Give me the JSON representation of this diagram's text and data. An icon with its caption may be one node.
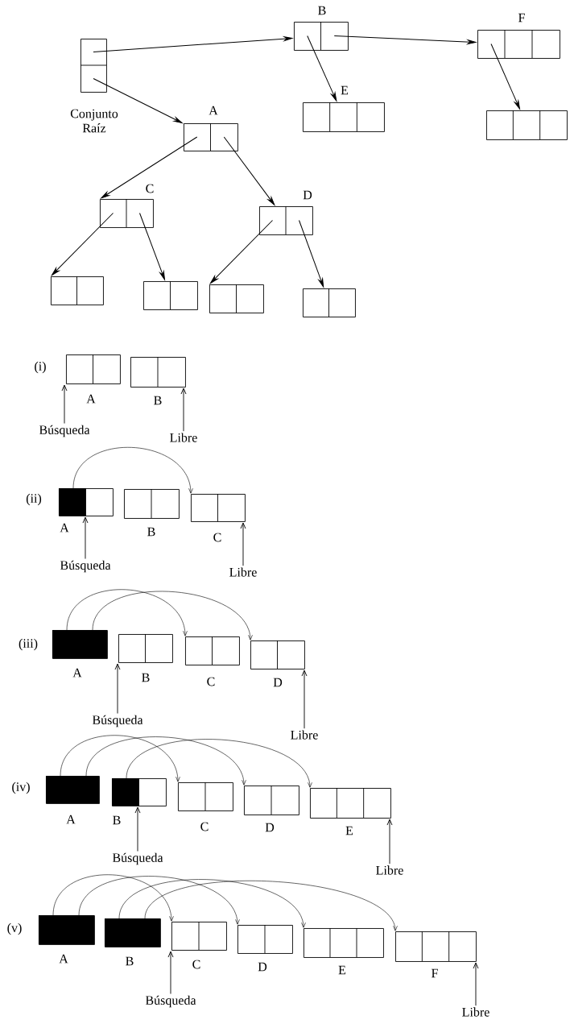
{
  "diagram": {
    "nodes": [
      {
        "text": [
          "Conjunto Raíz"
        ]
      },
      {
        "text": [
          "B"
        ]
      },
      {
        "text": [
          "F"
        ]
      },
      {
        "text": [
          "A"
        ]
      },
      {
        "text": [
          "E"
        ]
      },
      {
        "text": [],
        "shape": "box"
      },
      {
        "text": [
          "C"
        ]
      },
      {
        "text": [
          "D"
        ]
      },
      {
        "text": [],
        "shape": "box"
      },
      {
        "text": [],
        "shape": "box"
      },
      {
        "text": [],
        "shape": "box"
      },
      {
        "text": [],
        "shape": "box"
      },
      {
        "text": [
          "A"
        ]
      },
      {
        "text": [
          "B"
        ]
      },
      {
        "text": [
          "Búsqueda"
        ]
      },
      {
        "text": [
          "Libre"
        ]
      },
      {
        "text": [
          "A"
        ]
      },
      {
        "text": [
          "B"
        ]
      },
      {
        "text": [
          "C"
        ]
      },
      {
        "text": [
          "Búsqueda"
        ]
      },
      {
        "text": [
          "Libre"
        ]
      },
      {
        "text": [
          "A"
        ]
      },
      {
        "text": [
          "B"
        ]
      },
      {
        "text": [
          "C"
        ]
      },
      {
        "text": [
          "D"
        ]
      },
      {
        "text": [
          "Búsqueda"
        ]
      },
      {
        "text": [
          "Libre"
        ]
      },
      {
        "text": [
          "A"
        ]
      },
      {
        "text": [
          "B"
        ]
      },
      {
        "text": [
          "C"
        ]
      },
      {
        "text": [
          "D"
        ]
      },
      {
        "text": [
          "E"
        ]
      },
      {
        "text": [
          "Búsqueda"
        ]
      },
      {
        "text": [
          "Libre"
        ]
      },
      {
        "text": [
          "A"
        ]
      },
      {
        "text": [
          "B"
        ]
      },
      {
        "text": [
          "C"
        ]
      },
      {
        "text": [
          "D"
        ]
      },
      {
        "text": [
          "E"
        ]
      },
      {
        "text": [
          "F"
        ]
      },
      {
        "text": [
          "Búsqueda"
        ]
      },
      {
        "text": [
          "Libre"
        ]
      }
    ],
    "edges": [
      {
        "from": 0,
        "to": 1,
        "arrow": "to"
      },
      {
        "from": 0,
        "to": 3,
        "arrow": "to"
      },
      {
        "from": 1,
        "to": 4,
        "arrow": "to"
      },
      {
        "from": 1,
        "to": 2,
        "arrow": "to"
      },
      {
        "from": 2,
        "to": 5,
        "arrow": "to"
      },
      {
        "from": 3,
        "to": 6,
        "arrow": "to"
      },
      {
        "from": 3,
        "to": 7,
        "arrow": "to"
      },
      {
        "from": 6,
        "to": 8,
        "arrow": "to"
      },
      {
        "from": 6,
        "to": 9,
        "arrow": "to"
      },
      {
        "from": 7,
        "to": 10,
        "arrow": "to"
      },
      {
        "from": 7,
        "to": 11,
        "arrow": "to"
      },
      {
        "from": 14,
        "to": 12,
        "arrow": "to"
      },
      {
        "from": 15,
        "to": 13,
        "arrow": "to"
      },
      {
        "from": 16,
        "to": 18,
        "arrow": "to"
      },
      {
        "from": 19,
        "to": 16,
        "arrow": "to"
      },
      {
        "from": 20,
        "to": 18,
        "arrow": "to"
      },
      {
        "from": 21,
        "to": 23,
        "arrow": "to"
      },
      {
        "from": 21,
        "to": 24,
        "arrow": "to"
      },
      {
        "from": 25,
        "to": 22,
        "arrow": "to"
      },
      {
        "from": 26,
        "to": 24,
        "arrow": "to"
      },
      {
        "from": 27,
        "to": 29,
        "arrow": "to"
      },
      {
        "from": 27,
        "to": 30,
        "arrow": "to"
      },
      {
        "from": 28,
        "to": 31,
        "arrow": "to"
      },
      {
        "from": 32,
        "to": 28,
        "arrow": "to"
      },
      {
        "from": 33,
        "to": 31,
        "arrow": "to"
      },
      {
        "from": 34,
        "to": 36,
        "arrow": "to"
      },
      {
        "from": 34,
        "to": 37,
        "arrow": "to"
      },
      {
        "from": 35,
        "to": 38,
        "arrow": "to"
      },
      {
        "from": 35,
        "to": 39,
        "arrow": "to"
      },
      {
        "from": 40,
        "to": 36,
        "arrow": "to"
      },
      {
        "from": 41,
        "to": 39,
        "arrow": "to"
      }
    ],
    "labels": [
      "(i)",
      "(ii)",
      "(iii)",
      "(iv)",
      "(v)"
    ]
  }
}
